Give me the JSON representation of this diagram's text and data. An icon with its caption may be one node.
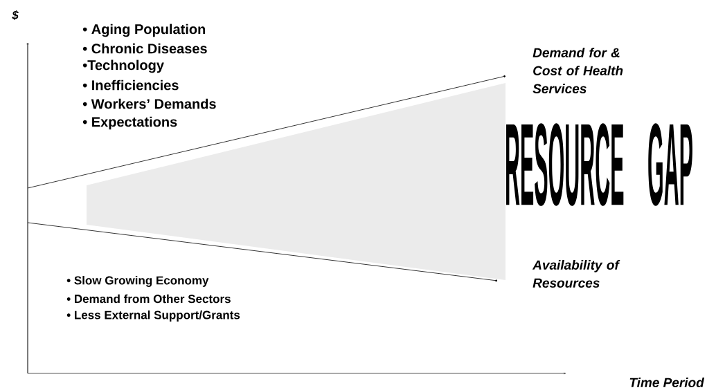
{
  "diagram": {
    "labels": [
      "$",
      "• Aging Population",
      "• Chronic Diseases",
      "•Technology",
      "• Inefficiencies",
      "• Workers’ Demands",
      "• Expectations",
      "Demand for & Cost of Health Services",
      "RESOURCE GAP",
      "Availability of Resources",
      "• Slow Growing Economy",
      "• Demand from Other Sectors",
      "• Less External Support/Grants",
      "Time Period"
    ]
  }
}
